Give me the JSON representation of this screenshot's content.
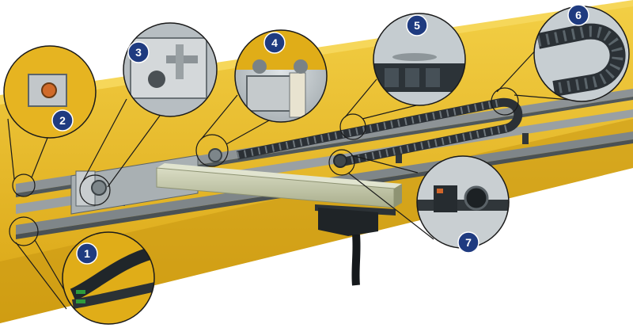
{
  "colors": {
    "beam": "#e8b51c",
    "beam_shadow": "#c99712",
    "beam_light": "#f2cb3a",
    "rail": "#8d9396",
    "rail_dark": "#50585c",
    "chain": "#2b3035",
    "arm": "#c4c9a6",
    "arm_dark": "#8e9373",
    "cable": "#15191c",
    "badge": "#1f3b80",
    "zoom_bg": "#bfc6ca",
    "callout_line": "#1a1a1a"
  },
  "callouts": [
    {
      "number": "1",
      "subject": "cable-end-connectors"
    },
    {
      "number": "2",
      "subject": "end-stop-bracket"
    },
    {
      "number": "3",
      "subject": "trolley-adjuster"
    },
    {
      "number": "4",
      "subject": "trolley-roller-carriage"
    },
    {
      "number": "5",
      "subject": "chain-link"
    },
    {
      "number": "6",
      "subject": "chain-return-loop"
    },
    {
      "number": "7",
      "subject": "guide-roller"
    }
  ]
}
